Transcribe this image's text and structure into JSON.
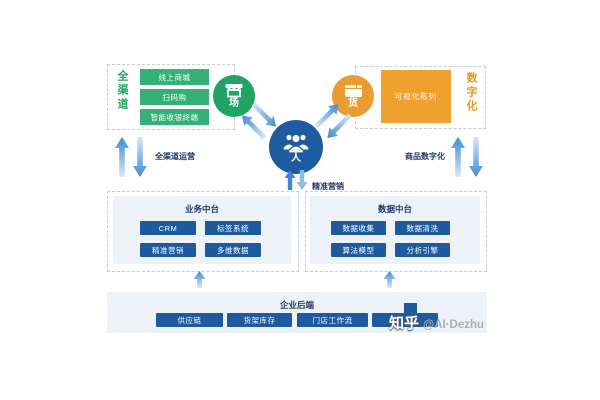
{
  "omnichannel": {
    "vertical_label": "全渠道",
    "items": [
      "线上商城",
      "扫码购",
      "智能收银终端"
    ]
  },
  "digitalization": {
    "vertical_label": "数字化",
    "panel_label": "可视化陈列"
  },
  "circles": {
    "place": {
      "label": "场",
      "icon": "storefront-icon"
    },
    "goods": {
      "label": "货",
      "icon": "package-icon"
    },
    "people": {
      "label": "人",
      "icon": "people-group-icon"
    }
  },
  "flows": {
    "left": "全渠道运营",
    "right": "商品数字化",
    "center": "精准营销"
  },
  "business_platform": {
    "title": "业务中台",
    "items": [
      "CRM",
      "标签系统",
      "精准营销",
      "多维数据"
    ]
  },
  "data_platform": {
    "title": "数据中台",
    "items": [
      "数据收集",
      "数据清洗",
      "算法模型",
      "分析引擎"
    ]
  },
  "backend": {
    "title": "企业后端",
    "items": [
      "供应链",
      "货架库存",
      "门店工作流",
      ""
    ]
  },
  "watermark": {
    "brand": "知乎",
    "handle": "@AI·Dezhu"
  },
  "colors": {
    "green_box": "#35b175",
    "green_circle": "#1fa463",
    "orange_panel": "#efa02f",
    "orange_circle": "#ea9c30",
    "blue_circle": "#1d5ca1",
    "button_blue": "#1d5a9e",
    "label_navy": "#1f3b66",
    "panel_bg": "#edf1f8",
    "arrow_blue": "#3e8cd0"
  }
}
